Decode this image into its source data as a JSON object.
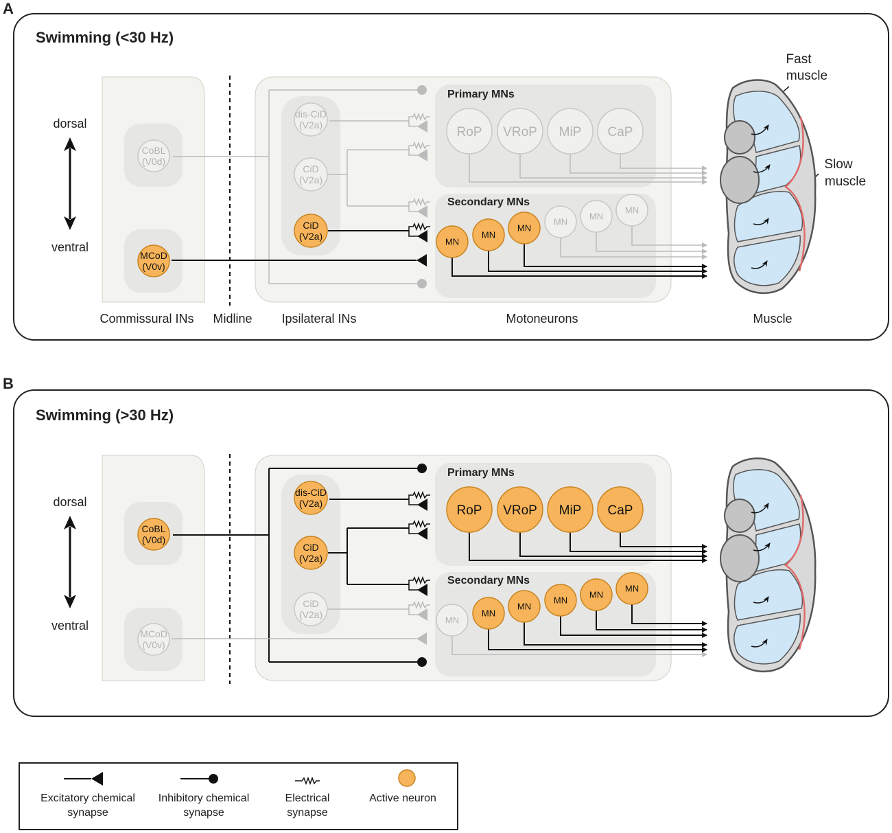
{
  "colors": {
    "active": "#f7b45a",
    "active_stroke": "#c98420",
    "inactive_stroke": "#c8c8c8",
    "inactive_text": "#b3b3b3",
    "panel_bg": "#f3f3ef",
    "inner_bg": "#e6e6e4",
    "muscle_fill": "#cfe6f7",
    "slow_muscle": "#e06a6a",
    "active_line": "#111111",
    "inactive_line": "#bbbbbb"
  },
  "panels": [
    {
      "letter": "A",
      "title": "Swimming (<30 Hz)",
      "dorsal": "dorsal",
      "ventral": "ventral",
      "col_commissural": "Commissural INs",
      "col_midline": "Midline",
      "col_ipsilateral": "Ipsilateral INs",
      "col_motoneurons": "Motoneurons",
      "col_muscle": "Muscle",
      "primary_header": "Primary MNs",
      "secondary_header": "Secondary MNs",
      "fast_muscle": [
        "Fast",
        "muscle"
      ],
      "slow_muscle": [
        "Slow",
        "muscle"
      ],
      "cobl": {
        "line1": "CoBL",
        "line2": "(V0d)",
        "active": false
      },
      "mcod": {
        "line1": "MCoD",
        "line2": "(V0v)",
        "active": true
      },
      "ipsi": [
        {
          "line1": "dis-CiD",
          "line2": "(V2a)",
          "active": false
        },
        {
          "line1": "CiD",
          "line2": "(V2a)",
          "active": false
        },
        {
          "line1": "CiD",
          "line2": "(V2a)",
          "active": true
        }
      ],
      "primary_mns": [
        {
          "label": "RoP",
          "active": false
        },
        {
          "label": "VRoP",
          "active": false
        },
        {
          "label": "MiP",
          "active": false
        },
        {
          "label": "CaP",
          "active": false
        }
      ],
      "secondary_mns": [
        {
          "label": "MN",
          "active": true
        },
        {
          "label": "MN",
          "active": true
        },
        {
          "label": "MN",
          "active": true
        },
        {
          "label": "MN",
          "active": false
        },
        {
          "label": "MN",
          "active": false
        },
        {
          "label": "MN",
          "active": false
        }
      ]
    },
    {
      "letter": "B",
      "title": "Swimming (>30 Hz)",
      "dorsal": "dorsal",
      "ventral": "ventral",
      "primary_header": "Primary MNs",
      "secondary_header": "Secondary MNs",
      "cobl": {
        "line1": "CoBL",
        "line2": "(V0d)",
        "active": true
      },
      "mcod": {
        "line1": "MCoD",
        "line2": "(V0v)",
        "active": false
      },
      "ipsi": [
        {
          "line1": "dis-CiD",
          "line2": "(V2a)",
          "active": true
        },
        {
          "line1": "CiD",
          "line2": "(V2a)",
          "active": true
        },
        {
          "line1": "CiD",
          "line2": "(V2a)",
          "active": false
        }
      ],
      "primary_mns": [
        {
          "label": "RoP",
          "active": true
        },
        {
          "label": "VRoP",
          "active": true
        },
        {
          "label": "MiP",
          "active": true
        },
        {
          "label": "CaP",
          "active": true
        }
      ],
      "secondary_mns": [
        {
          "label": "MN",
          "active": false
        },
        {
          "label": "MN",
          "active": true
        },
        {
          "label": "MN",
          "active": true
        },
        {
          "label": "MN",
          "active": true
        },
        {
          "label": "MN",
          "active": true
        },
        {
          "label": "MN",
          "active": true
        }
      ]
    }
  ],
  "legend": {
    "excitatory": [
      "Excitatory chemical",
      "synapse"
    ],
    "inhibitory": [
      "Inhibitory chemical",
      "synapse"
    ],
    "electrical": [
      "Electrical",
      "synapse"
    ],
    "active": [
      "Active neuron"
    ]
  }
}
